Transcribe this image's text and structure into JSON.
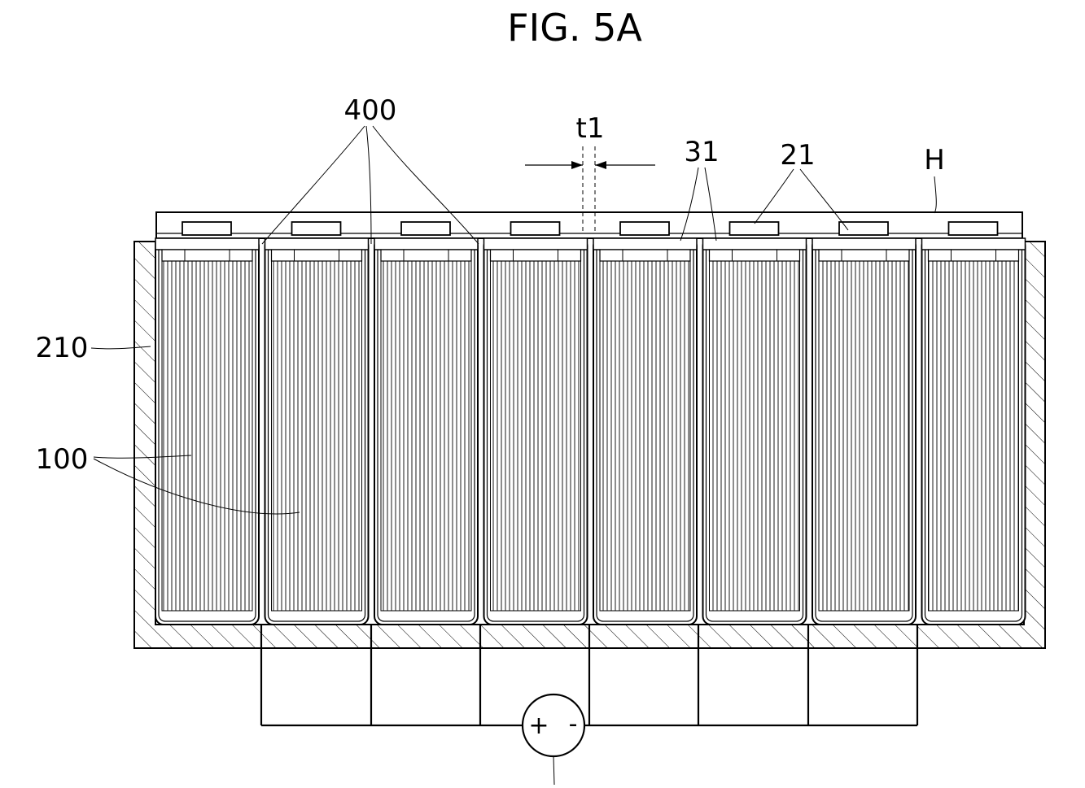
{
  "figure": {
    "title": "FIG. 5A"
  },
  "labels": {
    "pad_layer": "400",
    "thickness": "t1",
    "electrode_31": "31",
    "electrode_21": "21",
    "heater": "H",
    "chamber_wall": "210",
    "battery_cells": "100"
  },
  "power_source": {
    "plus": "+",
    "minus": "-"
  },
  "diagram": {
    "cell_count": 8,
    "stroke_color": "#000000",
    "background": "#ffffff"
  }
}
